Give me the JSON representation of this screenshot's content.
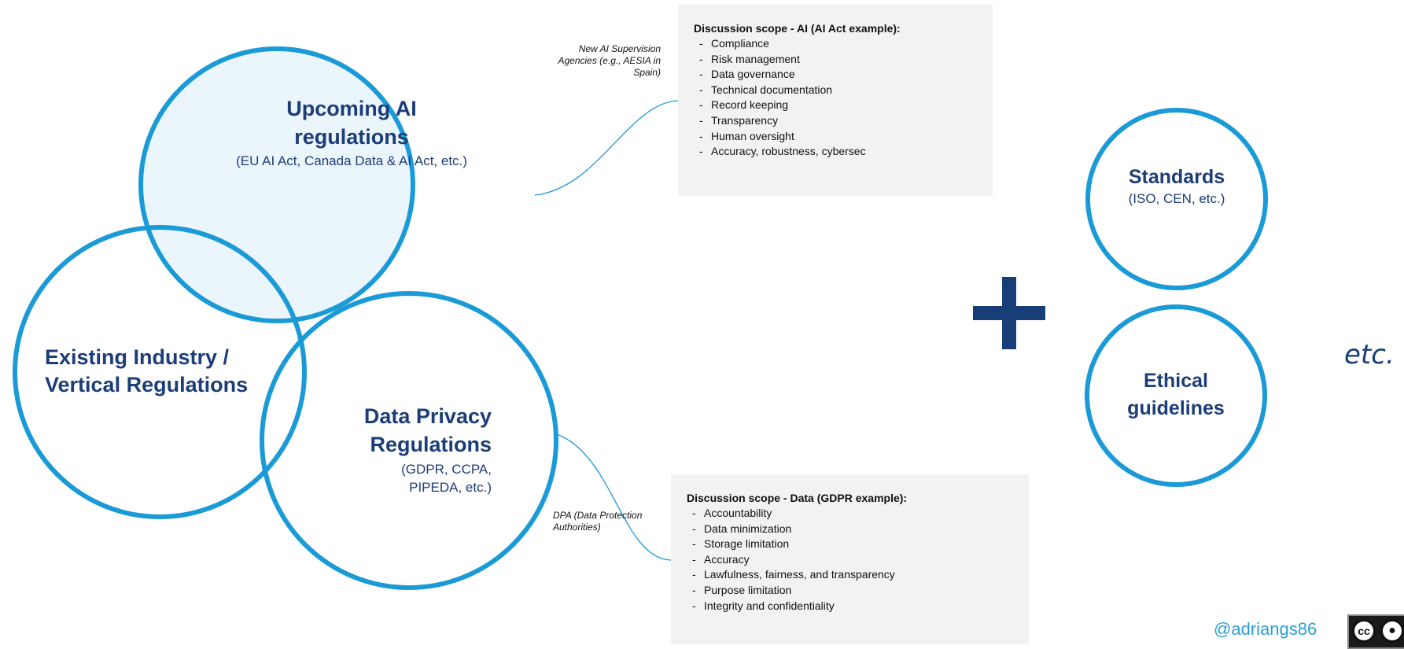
{
  "circles": {
    "ai": {
      "title": "Upcoming AI regulations",
      "subtitle": "(EU AI Act, Canada Data & AI Act, etc.)"
    },
    "industry": {
      "title": "Existing Industry / Vertical Regulations"
    },
    "privacy": {
      "title": "Data Privacy Regulations",
      "subtitle": "(GDPR, CCPA, PIPEDA, etc.)"
    },
    "standards": {
      "title": "Standards",
      "subtitle": "(ISO, CEN, etc.)"
    },
    "ethics": {
      "title": "Ethical guidelines"
    }
  },
  "notes": {
    "ai_agencies": "New AI Supervision Agencies (e.g., AESIA in Spain)",
    "dpa": "DPA (Data Protection Authorities)"
  },
  "ai_scope": {
    "title": "Discussion scope - AI (AI Act example):",
    "items": [
      "Compliance",
      "Risk management",
      "Data governance",
      "Technical documentation",
      "Record keeping",
      "Transparency",
      "Human oversight",
      "Accuracy, robustness, cybersec"
    ]
  },
  "data_scope": {
    "title": "Discussion scope - Data (GDPR example):",
    "items": [
      "Accountability",
      "Data minimization",
      "Storage limitation",
      "Accuracy",
      "Lawfulness, fairness, and transparency",
      "Purpose limitation",
      "Integrity and confidentiality"
    ]
  },
  "plus_symbol": "+",
  "etc_text": "etc.",
  "author_handle": "@adriangs86",
  "license_icons": [
    "cc-icon",
    "by-icon"
  ],
  "colors": {
    "circle_stroke": "#1a9ad6",
    "ai_fill": "#eaf5fc",
    "title_text": "#1c3d78",
    "plus": "#173e76",
    "handle": "#2a9fd6",
    "box_bg": "#f2f2f2"
  }
}
